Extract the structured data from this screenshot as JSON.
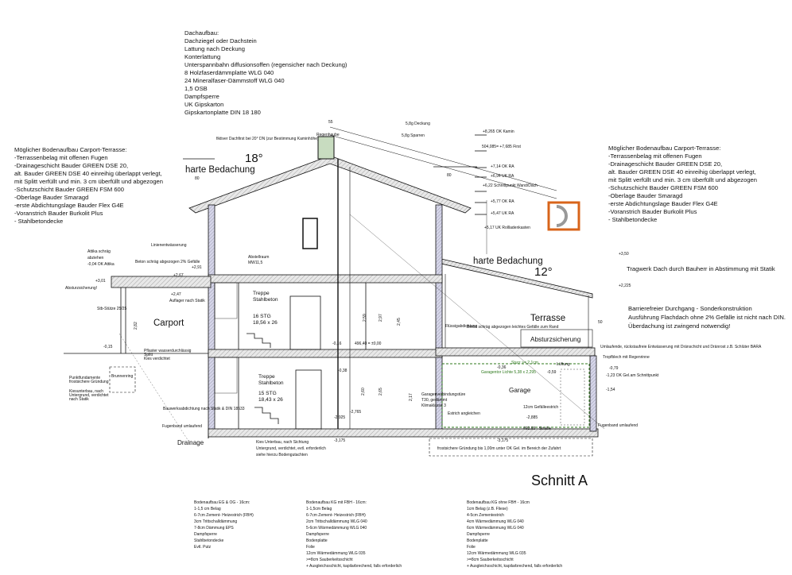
{
  "roof_buildup": {
    "lines": [
      "Dachaufbau:",
      "Dachziegel oder Dachstein",
      "Lattung nach Deckung",
      "Konterlattung",
      "Unterspannbahn diffusionsoffen (regensicher nach Deckung)",
      "8   Holzfaserdämmplatte WLG 040",
      "24 Mineralfaser-Dämmstoff WLG 040",
      "1,5 OSB",
      "Dampfsperre",
      "UK Gipskarton",
      "Gipskartonplatte DIN 18 180"
    ]
  },
  "carport_terrace_left": {
    "lines": [
      "Möglicher Bodenaufbau Carport-Terrasse:",
      "-Terrassenbelag mit offenen Fugen",
      "-Drainageschicht Bauder GREEN DSE 20,",
      "alt. Bauder GREEN DSE 40 einreihig überlappt verlegt,",
      "mit Splitt verfüllt und min. 3 cm überfüllt und abgezogen",
      "-Schutzschicht Bauder GREEN FSM 600",
      "-Oberlage Bauder Smaragd",
      "-erste Abdichtungslage Bauder Flex G4E",
      "-Voranstrich Bauder Burkolit Plus",
      "- Stahlbetondecke"
    ]
  },
  "carport_terrace_right": {
    "lines": [
      "Möglicher Bodenaufbau Carport-Terrasse:",
      "-Terrassenbelag mit offenen Fugen",
      "-Drainageschicht Bauder GREEN DSE 20,",
      "alt. Bauder GREEN DSE 40 einreihig überlappt verlegt,",
      "mit Splitt verfüllt und min. 3 cm überfüllt und abgezogen",
      "-Schutzschicht Bauder GREEN FSM 600",
      "-Oberlage Bauder Smaragd",
      "-erste Abdichtungslage Bauder Flex G4E",
      "-Voranstrich Bauder Burkolit Plus",
      "- Stahlbetondecke"
    ]
  },
  "floor_buildups": [
    {
      "lines": [
        "Bodenaufbau EG & OG - 16cm:",
        "1-1,5 cm Belag",
        "6-7cm Zement- Heizestrich (FBH)",
        "3cm Trittschalldämmung",
        "7-8cm Dämmung EPS",
        "Dampfsperre",
        "Stahlbetondecke",
        "Evtl. Putz"
      ]
    },
    {
      "lines": [
        "Bodenaufbau KG mit FBH - 16cm:",
        "1-1,5cm Belag",
        "6-7cm Zement- Heizestrich (FBH)",
        "2cm Trittschalldämmung WLG 040",
        "5-6cm Wärmedämmung WLG 040",
        "Dampfsperre",
        "Bodenplatte",
        "Folie",
        "12cm Wärmedämmung WLG 035",
        ">=8cm Sauberkeitsschicht",
        "+ Ausgleichsschicht, kapilarbrechend, falls erforderlich"
      ]
    },
    {
      "lines": [
        "Bodenaufbau KG ohne FBH - 16cm",
        "1cm Belag (z.B. Fliese)",
        "4-5cm Zementestrich",
        "4cm Wärmedämmung WLG 040",
        "6cm Wärmedämmung WLG 040",
        "Dampfsperre",
        "Bodenplatte",
        "Folie",
        "12cm Wärmedämmung WLG 035",
        ">=8cm Sauberkeitsschicht",
        "+ Ausgleichsschicht, kapilarbrechend, falls erforderlich"
      ]
    }
  ],
  "title": "Schnitt A",
  "labels": {
    "roof_left": "harte Bedachung",
    "roof_left_angle": "18°",
    "roof_right": "harte Bedachung",
    "roof_right_angle": "12°",
    "carport": "Carport",
    "terrasse": "Terrasse",
    "garage": "Garage",
    "drainage": "Drainage",
    "absturzsicherung": "Absturzsicherung",
    "absturzsicherung_left": "Absturzsicherung!",
    "tragwerk": "Tragwerk Dach durch Bauherr in Abstimmung mit Statik",
    "barrierefrei": [
      "Barrierefreier Durchgang - Sonderkonstruktion",
      "Ausführung Flachdach ohne 2% Gefälle ist nicht nach DIN.",
      "Überdachung ist zwingend notwendig!"
    ],
    "entwaesserung": "Umlaufende, rückstaufreie Entwässerung mit Dränschicht und Dränrost z.B. Schlüter BARA",
    "tropfblech": "Tropfblech mit Regenrinne",
    "regenhaube": "Regenhaube",
    "first_note": "fiktiver Dachfirst bei 20° DN (zur Bestimmung Kaminhöhe)",
    "deckung": "5,8g Deckung",
    "sparren": "5,8g Sparren",
    "treppe_eg": [
      "Treppe",
      "Stahlbeton",
      "16 STG",
      "18,56 x 26"
    ],
    "treppe_kg": [
      "Treppe",
      "Stahlbeton",
      "15 STG",
      "18,43 x 26"
    ],
    "garagentor": "Garagentor Lichte 5,38 x 2,295",
    "sturz": "Sturz >= 2 1cm",
    "lueftung": "Lüftung",
    "gefaelle_estrich": "12cm Gefälleestrich",
    "estrich_angleichen": "Estrich angleichen",
    "strasse": "492,93 - Straße",
    "frostsicher": "frostsichere Gründung bis 1,00m unter OK Gel. im Bereich der Zufahrt",
    "kies": [
      "Kies Unterbau, nach Sichtung",
      "Untergrund, verdichtet, evtl. erforderlich",
      "siehe hierzu Bodengutachten"
    ],
    "fugenband_left": "Fugenband umlaufend",
    "fugenband_right": "Fugenband umlaufend",
    "beton_gefaelle": "Beton schräg abgezogen 2% Gefälle",
    "beton_rand": "Beton schräg abgezogen leichtes Gefälle zum Rand",
    "stuetze": "Stb-Stütze 25/25",
    "auflager": "Auflager nach Statik",
    "attika": [
      "Attika schräg",
      "abziehen",
      "-0,04 OK Attika"
    ],
    "punktfund": [
      "Punktfundamente",
      "frostsichere Gründung"
    ],
    "kiesunterbau": [
      "Kiesunterbau, nach",
      "Untergrund, verdichtet",
      "nach Statik"
    ],
    "brunnenring": "Brunnenring",
    "pflaster": [
      "Pflaster wasserdurchlässig",
      "Splitt",
      "Kies verdichtet"
    ],
    "abstellraum": [
      "Abstellraum",
      "MW11,5"
    ],
    "garagenverbindung": [
      "Garagenverbindungstüre",
      "T30, gedämmt",
      "Klimaklasse 3"
    ],
    "bauwerksabdichtung": "Bauwerksabdichtung nach Statik & DIN 18533",
    "linienentwaesserung": "Linienentwässerung",
    "fluessigabdichtung": "Flüssigabdichtung",
    "ok_gel": "-1,23 OK Gel.am Schnittpunkt"
  },
  "elevations": [
    {
      "value": "+8,265",
      "label": "OK Kamin"
    },
    {
      "value": "504,085= +7,685",
      "label": "First"
    },
    {
      "value": "+7,14",
      "label": "OK RA"
    },
    {
      "value": "+6,94",
      "label": "UK RA"
    },
    {
      "value": "+6,22",
      "label": "Schnittpunkt Wand/Dach"
    },
    {
      "value": "+5,77",
      "label": "OK RA"
    },
    {
      "value": "+5,47",
      "label": "UK RA"
    },
    {
      "value": "+5,17",
      "label": "UK Rollladenkasten"
    }
  ],
  "levels": {
    "l350": "+3,50",
    "l2225": "+2,225",
    "l301": "+3,01",
    "l291": "+2,91",
    "l267": "+2,67",
    "l247": "+2,47",
    "m015": "-0,15",
    "zero": "496,40 = ±0,00",
    "m016": "-0,16",
    "m038": "-0,38",
    "m2925": "-2,925",
    "m2765": "-2,765",
    "m3175a": "-3,175",
    "m3175b": "-3,175",
    "m079": "-0,79",
    "m154": "-1,54",
    "m036": "-0,36",
    "m059": "-0,59",
    "m2885": "-2,885",
    "d80l": "80",
    "d80r": "80",
    "d55": "55",
    "d50": "50",
    "h282": "2,82",
    "h259": "2,59",
    "h297": "2,97",
    "h245": "2,45",
    "h260": "2,60",
    "h265": "2,65",
    "h217": "2,17"
  },
  "colors": {
    "line": "#111111",
    "green": "#2f7a1e",
    "chimney": "#c8dcc0",
    "orange": "#d8641a"
  }
}
